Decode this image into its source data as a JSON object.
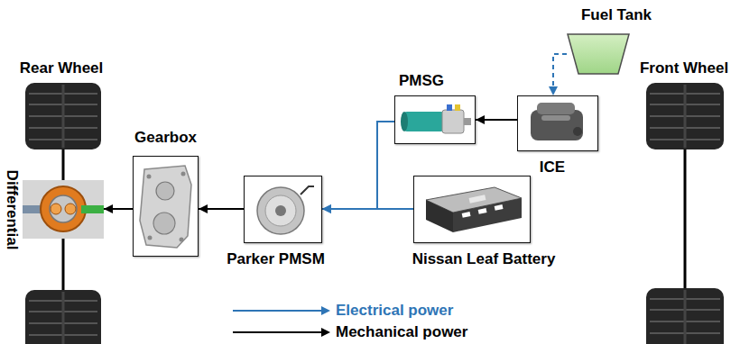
{
  "diagram": {
    "nodes": [
      {
        "text": [
          "Fuel Tank"
        ]
      },
      {
        "text": [
          "PMSG"
        ]
      },
      {
        "text": [
          "ICE"
        ]
      },
      {
        "text": [
          "Gearbox"
        ]
      },
      {
        "text": [
          "Differential"
        ]
      },
      {
        "text": [
          "Parker PMSM"
        ]
      },
      {
        "text": [
          "Nissan Leaf Battery"
        ]
      }
    ],
    "edges": [
      {
        "from": 0,
        "to": 2,
        "arrow": "to"
      },
      {
        "from": 2,
        "to": 1,
        "arrow": "to"
      },
      {
        "from": 1,
        "to": 5,
        "arrow": "to"
      },
      {
        "from": 6,
        "to": 5,
        "arrow": "to"
      },
      {
        "from": 5,
        "to": 3,
        "arrow": "to"
      },
      {
        "from": 3,
        "to": 4,
        "arrow": "to"
      }
    ],
    "labels": [
      "Rear Wheel",
      "Front Wheel"
    ],
    "legend": [
      {
        "text": "Electrical power"
      },
      {
        "text": "Mechanical power"
      }
    ]
  }
}
